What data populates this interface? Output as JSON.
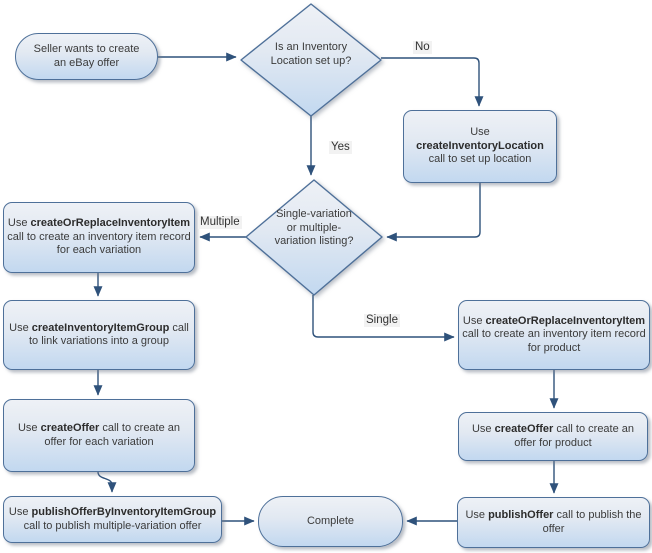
{
  "diagram": {
    "type": "flowchart",
    "topic": "eBay offer creation process using Inventory API calls"
  },
  "colors": {
    "node_fill_top": "#eef1f6",
    "node_fill_bottom": "#c2d8f0",
    "node_border": "#4e7099",
    "connector": "#2f527b",
    "text": "#3b3b3b",
    "edge_label_bg": "#f2f2f2"
  },
  "nodes": {
    "start": {
      "lines": [
        "Seller wants to create",
        "an eBay offer"
      ]
    },
    "decision_inventory_location": {
      "lines": [
        "Is an Inventory",
        "Location set up?"
      ]
    },
    "decision_variation": {
      "lines": [
        "Single-variation",
        "or multiple-",
        "variation listing?"
      ]
    },
    "create_location": {
      "pre": "Use",
      "bold": "createInventoryLocation",
      "post": "call to set up location"
    },
    "left_create_item": {
      "pre": "Use",
      "bold": "createOrReplaceInventoryItem",
      "post": "call to create an inventory item record for each variation"
    },
    "left_create_group": {
      "pre": "Use",
      "bold": "createInventoryItemGroup",
      "post": "call to link variations into a group"
    },
    "left_create_offer": {
      "pre": "Use",
      "bold": "createOffer",
      "post": "call to create an offer for each variation"
    },
    "left_publish_group": {
      "pre": "Use",
      "bold": "publishOfferByInventoryItemGroup",
      "post": "call to publish multiple-variation offer"
    },
    "right_create_item": {
      "pre": "Use",
      "bold": "createOrReplaceInventoryItem",
      "post": "call to create an inventory item record for product"
    },
    "right_create_offer": {
      "pre": "Use",
      "bold": "createOffer",
      "post": "call to create an offer for product"
    },
    "right_publish_offer": {
      "pre": "Use",
      "bold": "publishOffer",
      "post": "call to publish the offer"
    },
    "complete": {
      "label": "Complete"
    }
  },
  "edge_labels": {
    "no": "No",
    "yes": "Yes",
    "multiple": "Multiple",
    "single": "Single"
  },
  "edges": [
    {
      "from": "start",
      "to": "decision_inventory_location",
      "label": ""
    },
    {
      "from": "decision_inventory_location",
      "to": "create_location",
      "label": "No"
    },
    {
      "from": "decision_inventory_location",
      "to": "decision_variation",
      "label": "Yes"
    },
    {
      "from": "create_location",
      "to": "decision_variation",
      "label": ""
    },
    {
      "from": "decision_variation",
      "to": "left_create_item",
      "label": "Multiple"
    },
    {
      "from": "decision_variation",
      "to": "right_create_item",
      "label": "Single"
    },
    {
      "from": "left_create_item",
      "to": "left_create_group",
      "label": ""
    },
    {
      "from": "left_create_group",
      "to": "left_create_offer",
      "label": ""
    },
    {
      "from": "left_create_offer",
      "to": "left_publish_group",
      "label": ""
    },
    {
      "from": "left_publish_group",
      "to": "complete",
      "label": ""
    },
    {
      "from": "right_create_item",
      "to": "right_create_offer",
      "label": ""
    },
    {
      "from": "right_create_offer",
      "to": "right_publish_offer",
      "label": ""
    },
    {
      "from": "right_publish_offer",
      "to": "complete",
      "label": ""
    }
  ]
}
